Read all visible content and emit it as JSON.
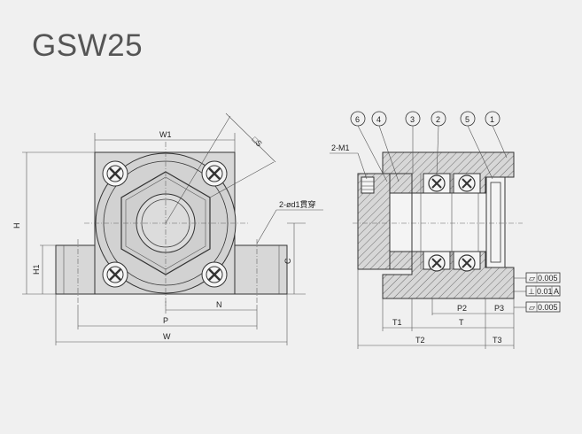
{
  "title": "GSW25",
  "dims": {
    "W1": "W1",
    "S": "S",
    "H": "H",
    "H1": "H1",
    "C": "C",
    "N": "N",
    "P": "P",
    "W": "W",
    "d1": "2-ød1貫穿",
    "M1": "2-M1",
    "T1": "T1",
    "T": "T",
    "T2": "T2",
    "T3": "T3",
    "P2": "P2",
    "P3": "P3"
  },
  "balloons": [
    "6",
    "4",
    "3",
    "2",
    "5",
    "1"
  ],
  "tolerances": [
    {
      "symbol": "⏥",
      "value": "0.005"
    },
    {
      "symbol": "⊥",
      "value": "0.01",
      "datum": "A"
    },
    {
      "symbol": "⏥",
      "value": "0.005"
    }
  ],
  "colors": {
    "fill": "#d7d7d7",
    "line": "#333333",
    "title": "#555555"
  }
}
